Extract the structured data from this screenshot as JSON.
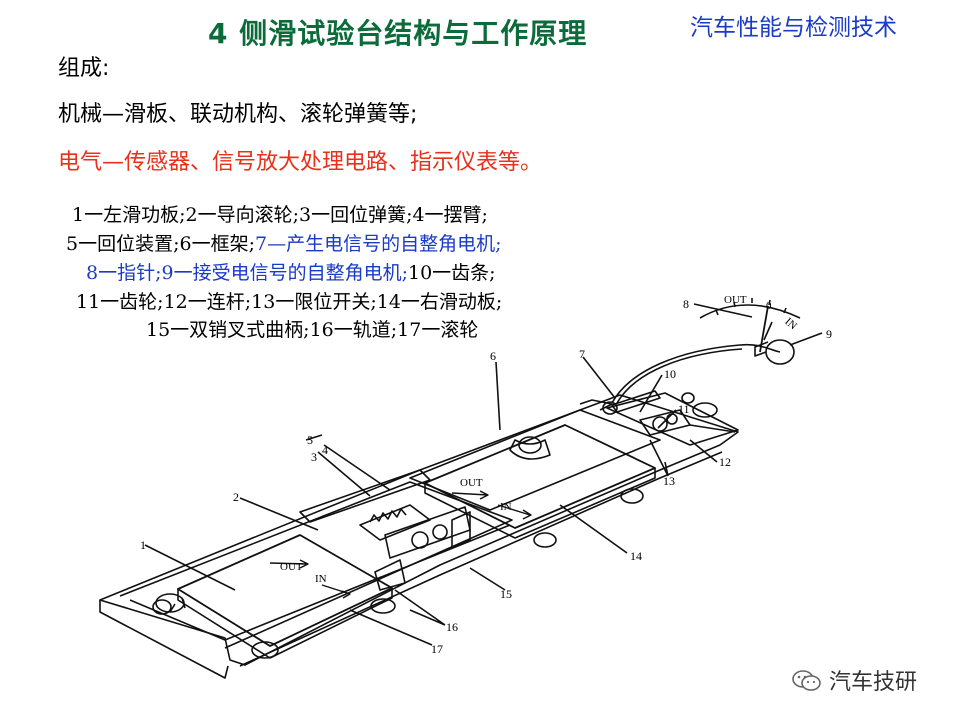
{
  "header": {
    "title": "4  侧滑试验台结构与工作原理",
    "course": "汽车性能与检测技术"
  },
  "composition": {
    "heading": "组成:",
    "mechanical": "机械—滑板、联动机构、滚轮弹簧等;",
    "electrical": "电气—传感器、信号放大处理电路、指示仪表等。"
  },
  "legend": {
    "line1": "1一左滑功板;2一导向滚轮;3一回位弹簧;4一摆臂;",
    "line2a": "5一回位装置;6一框架;",
    "line2b": "7—产生电信号的自整角电机;",
    "line3a": "8一指针;9一接受电信号的自整角电机;",
    "line3b": "10一齿条;",
    "line4": "11一齿轮;12一连杆;13一限位开关;14一右滑动板;",
    "line5": "15一双销叉式曲柄;16一轨道;17一滚轮"
  },
  "diagram": {
    "labels": {
      "n1": "1",
      "n2": "2",
      "n3": "3",
      "n4": "4",
      "n5": "5",
      "n6": "6",
      "n7": "7",
      "n8": "8",
      "n9": "9",
      "n10": "10",
      "n11": "11",
      "n12": "12",
      "n13": "13",
      "n14": "14",
      "n15": "15",
      "n16": "16",
      "n17": "17",
      "out_left": "OUT",
      "in_left": "IN",
      "out_right": "OUT",
      "in_right": "IN",
      "gauge_out": "OUT",
      "gauge_zero": "0",
      "gauge_in": "IN"
    }
  },
  "watermark": {
    "text": "汽车技研"
  }
}
